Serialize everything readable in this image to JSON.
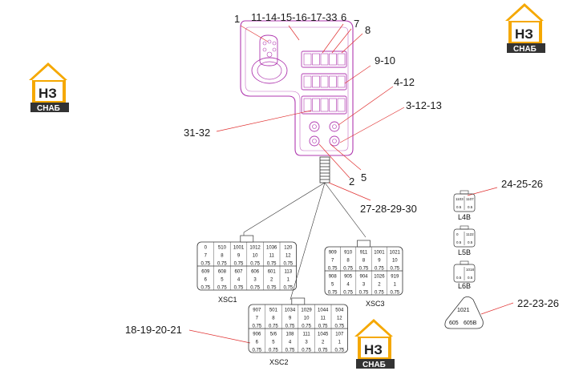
{
  "callouts": {
    "c1": "1",
    "c11": "11-14-15-16-17-33",
    "c6": "6",
    "c7": "7",
    "c8": "8",
    "c910": "9-10",
    "c412": "4-12",
    "c31213": "3-12-13",
    "c3132": "31-32",
    "c2": "2",
    "c5": "5",
    "c27": "27-28-29-30",
    "c2426": "24-25-26",
    "c2226": "22-23-26",
    "c1821": "18-19-20-21"
  },
  "logo": {
    "letters": "НЗ",
    "caption": "СНАБ"
  },
  "connectors": {
    "xsc1": {
      "label": "XSC1",
      "rows": [
        [
          "0",
          "510",
          "1001",
          "1012",
          "1036",
          "120"
        ],
        [
          "7",
          "8",
          "9",
          "10",
          "11",
          "12"
        ],
        [
          "0.75",
          "0.75",
          "0.75",
          "0.75",
          "0.75",
          "0.75"
        ],
        [
          "609",
          "608",
          "607",
          "606",
          "601",
          "113"
        ],
        [
          "6",
          "5",
          "4",
          "3",
          "2",
          "1"
        ],
        [
          "0.75",
          "0.75",
          "0.75",
          "0.75",
          "0.75",
          "0.75"
        ]
      ]
    },
    "xsc2": {
      "label": "XSC2",
      "rows": [
        [
          "907",
          "501",
          "1034",
          "1029",
          "1044",
          "504"
        ],
        [
          "7",
          "8",
          "9",
          "10",
          "11",
          "12"
        ],
        [
          "0.75",
          "0.75",
          "0.75",
          "0.75",
          "0.75",
          "0.75"
        ],
        [
          "906",
          "5/6",
          "108",
          "111",
          "1045",
          "107"
        ],
        [
          "6",
          "5",
          "4",
          "3",
          "2",
          "1"
        ],
        [
          "0.75",
          "0.75",
          "0.75",
          "0.75",
          "0.75",
          "0.75"
        ]
      ]
    },
    "xsc3": {
      "label": "XSC3",
      "rows": [
        [
          "909",
          "910",
          "911",
          "1001",
          "1021"
        ],
        [
          "7",
          "8",
          "8",
          "9",
          "10"
        ],
        [
          "0.75",
          "0.75",
          "0.75",
          "0.75",
          "0.75"
        ],
        [
          "908",
          "905",
          "904",
          "1026",
          "919"
        ],
        [
          "5",
          "4",
          "3",
          "2",
          "1"
        ],
        [
          "0.75",
          "0.75",
          "0.75",
          "0.75",
          "0.75"
        ]
      ]
    }
  },
  "small_connectors": {
    "l4b": {
      "label": "L4B",
      "top": [
        "1103",
        "1107"
      ],
      "bottom": [
        "0.5",
        "0.5"
      ]
    },
    "l5b": {
      "label": "L5B",
      "top": [
        "0",
        "1122"
      ],
      "bottom": [
        "0.5",
        "0.5"
      ]
    },
    "l6b": {
      "label": "L6B",
      "top": [
        "",
        "1018"
      ],
      "bottom": [
        "0.5",
        "0.5"
      ]
    }
  },
  "tri_connector": {
    "top": "1021",
    "left": "605",
    "right": "605B"
  }
}
